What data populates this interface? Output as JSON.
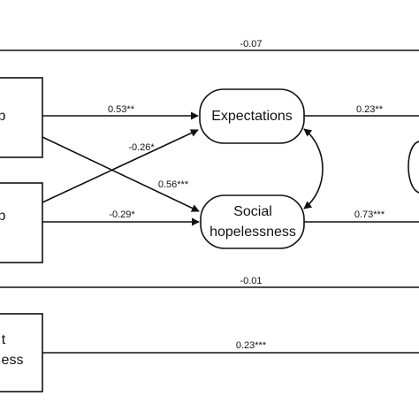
{
  "nodes": {
    "expectations": {
      "label": "Expectations"
    },
    "social_hopelessness": {
      "line1": "Social",
      "line2": "hopelessness"
    },
    "left_box_1": {
      "label": "p"
    },
    "left_box_2": {
      "label": "p"
    },
    "left_box_3": {
      "line1": "t",
      "line2": "ess"
    }
  },
  "edges": {
    "top_long": "-0.07",
    "box1_to_expectations": "0.53**",
    "box2_to_expectations": "-0.26*",
    "box1_to_social": "0.56***",
    "box2_to_social": "-0.29*",
    "expectations_out": "0.23**",
    "social_out": "0.73***",
    "middle_long": "-0.01",
    "box3_out": "0.23***"
  }
}
